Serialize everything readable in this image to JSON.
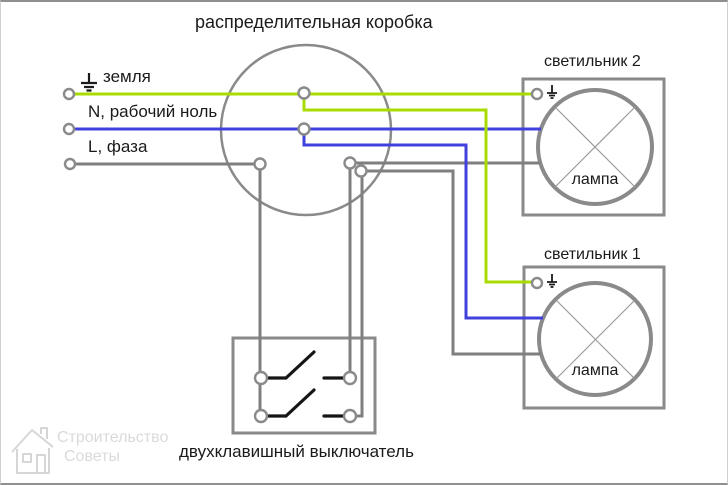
{
  "title": "распределительная коробка",
  "inputs": {
    "ground_label": "земля",
    "neutral_label": "N, рабочий ноль",
    "phase_label": "L, фаза"
  },
  "fixtures": [
    {
      "label": "светильник 2",
      "lamp_label": "лампа"
    },
    {
      "label": "светильник 1",
      "lamp_label": "лампа"
    }
  ],
  "switch_label": "двухклавишный выключатель",
  "watermark": {
    "line1": "Строительство",
    "line2": "Советы"
  },
  "colors": {
    "ground_wire": "#a8dc00",
    "neutral_wire": "#4040dd",
    "phase_wire": "#7f7f7f",
    "outline_gray": "#8a8a8a",
    "blade_black": "#151515",
    "text": "#1a1a1a",
    "watermark_gray": "#d6d6d6"
  }
}
